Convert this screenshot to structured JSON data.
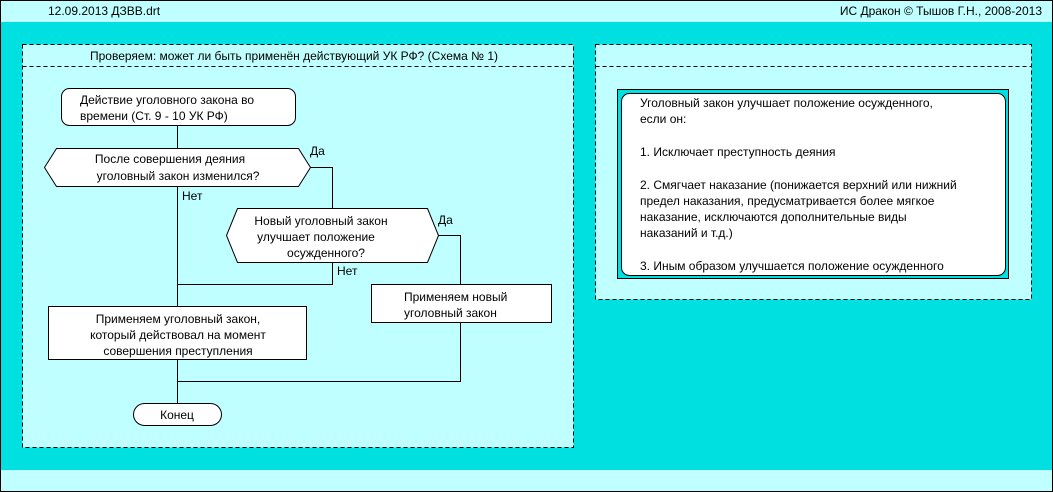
{
  "header": {
    "left_text": "12.09.2013  ДЗВВ.drt",
    "right_text": "ИС Дракон © Тышов Г.Н., 2008-2013"
  },
  "colors": {
    "background": "#00E0E0",
    "panel": "#C0FFFF",
    "block_fill": "#FFFFFF",
    "line": "#000000"
  },
  "schema": {
    "title": "Проверяем: может ли быть применён действующий УК РФ? (Схема № 1)",
    "start": [
      "Действие уголовного закона во",
      "времени (Ст. 9 - 10 УК РФ)"
    ],
    "question1": [
      "После совершения деяния",
      "уголовный закон изменился?"
    ],
    "question1_yes": "Да",
    "question1_no": "Нет",
    "question2": [
      "Новый уголовный закон",
      "улучшает положение",
      "осужденного?"
    ],
    "question2_yes": "Да",
    "question2_no": "Нет",
    "action_old": [
      "Применяем уголовный закон,",
      "который действовал на момент",
      "совершения преступления"
    ],
    "action_new": [
      "Применяем новый",
      "уголовный закон"
    ],
    "end": "Конец"
  },
  "comment": {
    "title": "",
    "lines": [
      "Уголовный закон улучшает положение осужденного,",
      "если он:",
      "",
      "1. Исключает преступность деяния",
      "",
      "2. Смягчает наказание (понижается верхний или нижний",
      "предел наказания, предусматривается более мягкое",
      "наказание, исключаются дополнительные виды",
      "наказаний и т.д.)",
      "",
      "3. Иным образом улучшается положение осужденного"
    ]
  }
}
